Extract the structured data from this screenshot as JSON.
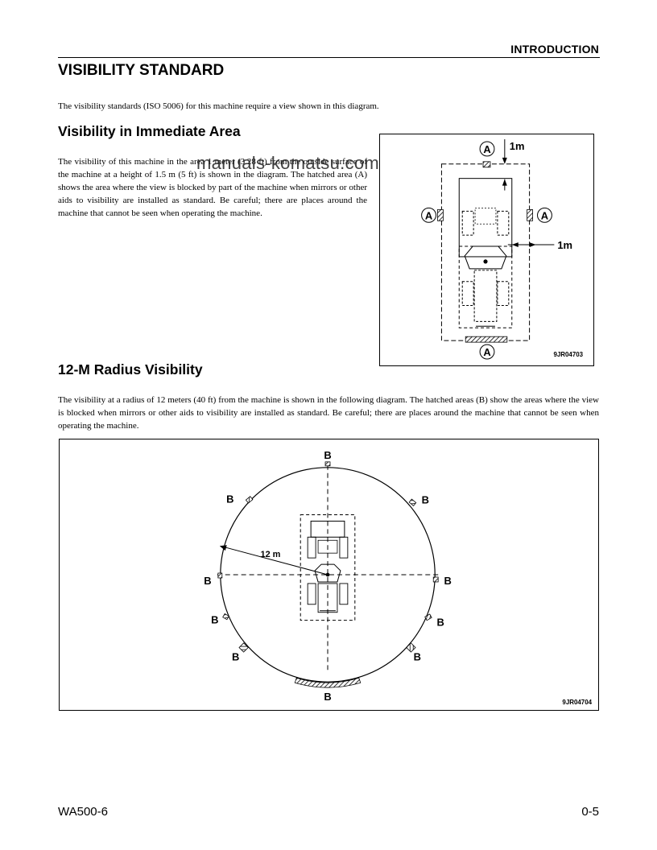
{
  "header": {
    "section": "INTRODUCTION"
  },
  "title": "VISIBILITY STANDARD",
  "intro": "The visibility standards (ISO 5006) for this machine require a view shown in this diagram.",
  "section1": {
    "heading": "Visibility in Immediate Area",
    "body": "The visibility of this machine in the area 1 meter (3.28 ft) from the outside surface of the machine at a height of 1.5 m (5 ft) is shown in the diagram. The hatched area (A) shows the area where the view is blocked by part of the machine when mirrors or other aids to visibility are installed as standard. Be careful; there are places around the machine that cannot be seen when operating the machine.",
    "figure": {
      "marker": "A",
      "dim_top": "1m",
      "dim_side": "1m",
      "code": "9JR04703"
    }
  },
  "watermark": "manuals-komatsu.com",
  "section2": {
    "heading": "12-M Radius Visibility",
    "body": "The visibility at a radius of 12 meters (40 ft) from the machine is shown in the following diagram. The hatched areas (B) show the areas where the view is blocked when mirrors or other aids to visibility are installed as standard. Be careful; there are places around the machine that cannot be seen when operating the machine.",
    "figure": {
      "marker": "B",
      "radius_label": "12 m",
      "code": "9JR04704"
    }
  },
  "footer": {
    "model": "WA500-6",
    "page": "0-5"
  }
}
